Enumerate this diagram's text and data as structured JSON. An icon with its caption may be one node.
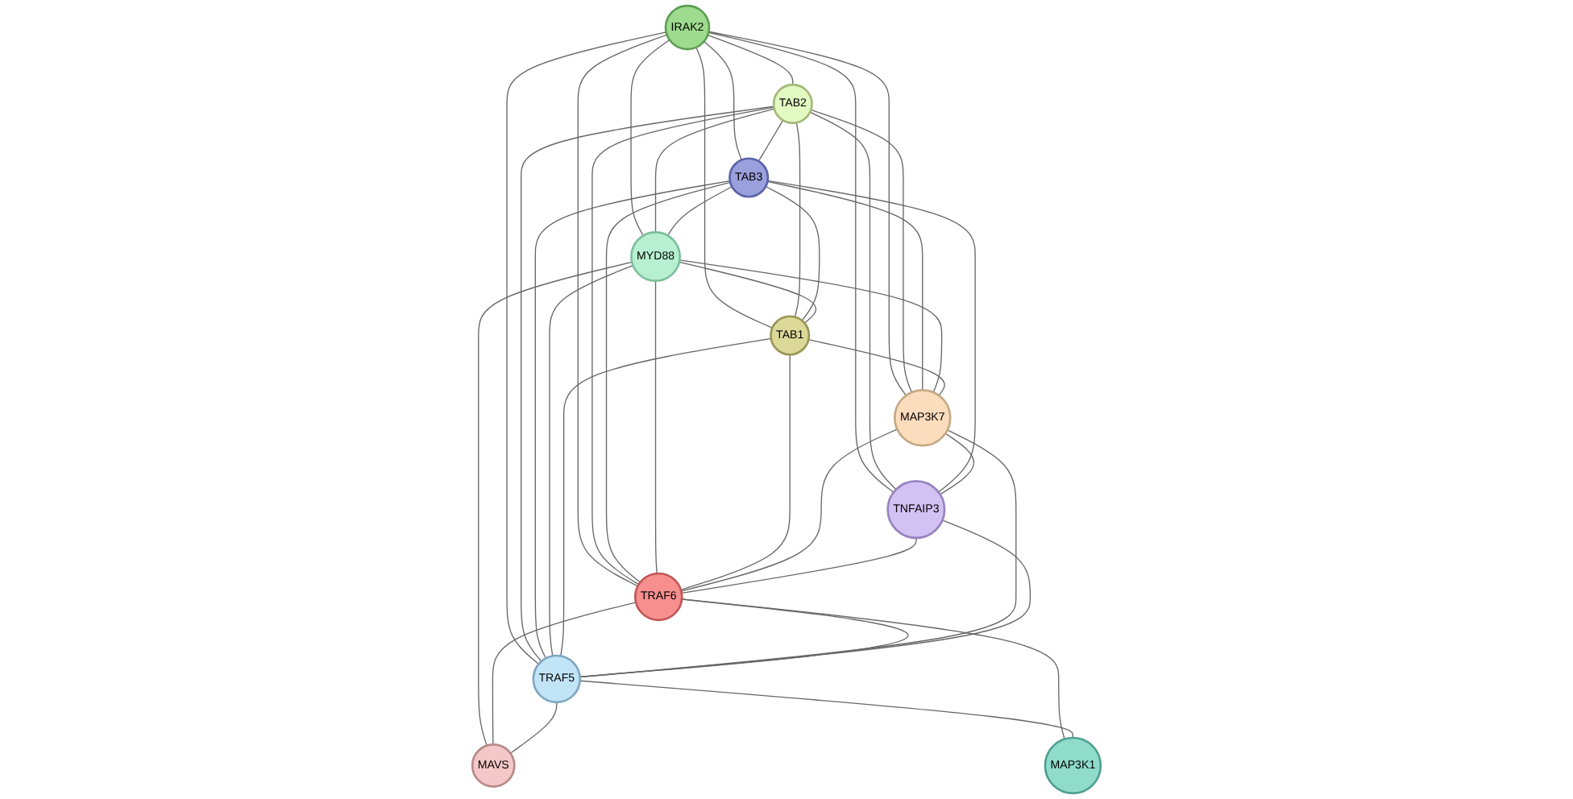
{
  "diagram": {
    "nodes": [
      {
        "text": [
          "IRAK2"
        ]
      },
      {
        "text": [
          "TAB2"
        ]
      },
      {
        "text": [
          "TAB3"
        ]
      },
      {
        "text": [
          "MYD88"
        ]
      },
      {
        "text": [
          "TAB1"
        ]
      },
      {
        "text": [
          "MAP3K7"
        ]
      },
      {
        "text": [
          "TNFAIP3"
        ]
      },
      {
        "text": [
          "TRAF6"
        ]
      },
      {
        "text": [
          "TRAF5"
        ]
      },
      {
        "text": [
          "MAVS"
        ]
      },
      {
        "text": [
          "MAP3K1"
        ]
      }
    ],
    "edges": [
      {
        "from": 0,
        "to": 1,
        "arrow": "none"
      },
      {
        "from": 0,
        "to": 2,
        "arrow": "none"
      },
      {
        "from": 0,
        "to": 3,
        "arrow": "none"
      },
      {
        "from": 0,
        "to": 4,
        "arrow": "none"
      },
      {
        "from": 0,
        "to": 5,
        "arrow": "none"
      },
      {
        "from": 0,
        "to": 6,
        "arrow": "none"
      },
      {
        "from": 0,
        "to": 7,
        "arrow": "none"
      },
      {
        "from": 0,
        "to": 8,
        "arrow": "none"
      },
      {
        "from": 1,
        "to": 2,
        "arrow": "none"
      },
      {
        "from": 1,
        "to": 3,
        "arrow": "none"
      },
      {
        "from": 1,
        "to": 4,
        "arrow": "none"
      },
      {
        "from": 1,
        "to": 5,
        "arrow": "none"
      },
      {
        "from": 1,
        "to": 6,
        "arrow": "none"
      },
      {
        "from": 1,
        "to": 7,
        "arrow": "none"
      },
      {
        "from": 1,
        "to": 8,
        "arrow": "none"
      },
      {
        "from": 2,
        "to": 3,
        "arrow": "none"
      },
      {
        "from": 2,
        "to": 4,
        "arrow": "none"
      },
      {
        "from": 2,
        "to": 5,
        "arrow": "none"
      },
      {
        "from": 2,
        "to": 6,
        "arrow": "none"
      },
      {
        "from": 2,
        "to": 7,
        "arrow": "none"
      },
      {
        "from": 2,
        "to": 8,
        "arrow": "none"
      },
      {
        "from": 3,
        "to": 4,
        "arrow": "none"
      },
      {
        "from": 3,
        "to": 5,
        "arrow": "none"
      },
      {
        "from": 3,
        "to": 7,
        "arrow": "none"
      },
      {
        "from": 3,
        "to": 8,
        "arrow": "none"
      },
      {
        "from": 3,
        "to": 9,
        "arrow": "none"
      },
      {
        "from": 4,
        "to": 5,
        "arrow": "none"
      },
      {
        "from": 4,
        "to": 7,
        "arrow": "none"
      },
      {
        "from": 4,
        "to": 8,
        "arrow": "none"
      },
      {
        "from": 5,
        "to": 6,
        "arrow": "none"
      },
      {
        "from": 5,
        "to": 7,
        "arrow": "none"
      },
      {
        "from": 5,
        "to": 8,
        "arrow": "none"
      },
      {
        "from": 6,
        "to": 7,
        "arrow": "none"
      },
      {
        "from": 6,
        "to": 8,
        "arrow": "none"
      },
      {
        "from": 7,
        "to": 8,
        "arrow": "none"
      },
      {
        "from": 7,
        "to": 9,
        "arrow": "none"
      },
      {
        "from": 7,
        "to": 10,
        "arrow": "none"
      },
      {
        "from": 8,
        "to": 9,
        "arrow": "none"
      },
      {
        "from": 8,
        "to": 10,
        "arrow": "none"
      }
    ]
  }
}
